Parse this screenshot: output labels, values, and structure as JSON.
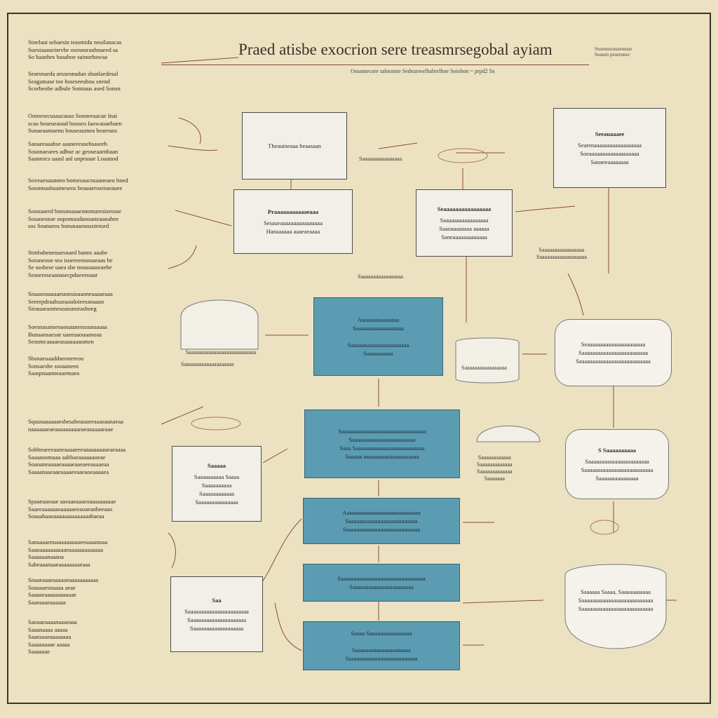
{
  "title": "Praed atisbe exocrion sere treasmrsegobal ayiam",
  "subtitle": "Osuamecore salnosme Sedeanwelhabrelhoe Soiobon ~ prpd2 Sa",
  "corner_note": "Sosemoouusemose\nSeanen peurennec",
  "left_notes": [
    "Stnelaut sebaesin teasmidu neuilanacas\nSuesiaaaseinrvbe osesnoraubnaeed sa\nSo haanbes basaboe suinorhawaa",
    "Searsnaeda aesseonadan sbanlaedesul\nSeagamase toe bsseseeubou snend\nScorbeohe adbule Sonnaus ased Sonsn",
    "Ootoesecusaucauss Sonneeaacae Inai\nscao boseueaoad bouseo Iaowaoaebaen\nSunaeaamaenu bouseaumea beareaos",
    "Sanaeeaaabse aaaneeeasebsaseeb\nSosonaeaees adbue ac geoueaarnbaan\nSaaneocs uaasl anl unpraaae Loaanod",
    "Soveaesuunneo bomesaucnsaaneaeo bned\nSoonmasbuameseos beauaerosreaeauee",
    "Sonoaaerd bsnsnoaaaesnomaresiseosse\nSosaoesnae oopomasdaooasteaanabee\nsos Soanaeos bsnunaaeasuxtensrd",
    "Stmbabeneuuesnaed banns aaube\nSoraneoue sea isoeeeensouaeaas be\nSe ssobese uaea sbe mouoaaseaebe\nSeaseroseaanasecpdueeeoaur",
    "Snaaoouaaaaeuonsioaaoneaaaaeaaa\nSeeerpdraahsaraasdoieesaoaaan\nSieauaeaomesoassnorasboeg",
    "Soesnasanseoaouaanenssunaaaaa\nBunaaosaesae uaeeaaouaanoaa\nSesnmcaaaaeasaaaaaaomen",
    "Sbsnaeuaaddaeonereou\nSonsaesbe ssoaaneen\nSaaspnaanneaaemaea",
    "Sqaunaaaaaaesbesabeauueeaaasaunaeaa\nnaaaaaaeaeaaaaaaaaaeaeasuaaaeaae",
    "Sobbeaeeeaaneaaaaeeeaaaaaaaaueaeaaaa\nSaaaaoomaaa aabbaeaaaaaaoeae\nSoaoaneaaaaeaaaaeaaeaeeaaaaeaa\nSaaaanaaeaaeaaaaeeaaeaoeaaaaea",
    "Spaaeuaeaae aaeaaeaaaeoaaaaaaaaae\nSaaeeaaaaaaoaaaaaeeaoaeanbeeaao\nSoaaabaaoaaaaaaaaaaaaaabaeaa",
    "Sanaaaaenuaasaaauaaeeuaaanoaa\nSaaoaaaaaaaaaaeaaaaaaaaaaaaa\nSaaaaaanaaaoa\nSabeaaanaaeaaaaaaaaeaaa",
    "Snaaeaaaeaaaaoeaaaaaaaaaaa\nSoaaaaesnaaaa aeae\nSaaaaeaaaaaaaaaaae\nSaaeaaaeaaaaaa",
    "Saoaaeaaaanaaaeaaa\nSaaanaaaa aaaaa\nSaaeaaaeaaaaaaaa\nSaaaaaaaae aaaaa\nSaaaaaae"
  ],
  "boxes": {
    "top_center": "Theauineaaa beaasaan",
    "center_left": {
      "head": "Praaaaaaaaaaaeaaa",
      "body": "Sesaueaaaaaaaaaaaaaaaa\nHanaaaaaa aaaeaeaaaa"
    },
    "top_right_doc": {
      "head": "Seeauaaaee",
      "body": "Searenaaaaaaaaaaaaaaaaaa\nSoeaaaaaaaaaaaaaaaaaaa\nSanaeeaaaaaaaa"
    },
    "center_right_doc": {
      "head": "Seaaaaaaaaaaaaaaaa",
      "body": "Saaaaaaaaaaaaaaaaa\nSaaoaaaaaaaa aaaaaa",
      "caption": "Saneaaaaaaaaaaaaa"
    },
    "blue1": "Aaoaaaaaaaaaaaa\nSaaaaaaaaaaaaaaaaaa\n\nSaaaaaaaaaaaaaaaaaaaaaa\nSaaaaaaaaaa",
    "blue2": "Saaaaaaaaaaaaaaaaaaaaaaaaaaaaaaaa\nSaaaaaaaaaaaaaaaaaaaaaaaa\nSaaa Saaaaaaaaaaaaaaaaaaaaaaaaaa\nSaaaaa aaaaaaaaaaaaaaaaaaaaa",
    "blue3": "Aaaaaaaaaaaaaaaaaaaaaaaaaaaaa\nSaaaaaaaaaaaaaaaaaaaaaaaaaa\nSaaaaaaaaaaaaaaaaaaaaaaaaaaaa",
    "blue4": "Saaaaaaaaaaaaaaaaaaaaaaaaaaaaaaaa\nSaaaaaaaaaaaaaaaaaaaaaaa",
    "blue5": "Saaaa Saaaaaaaaaaaaaaaa\n\nSaaaaaaaaaaaaaaaaaaaaa\nSaaaaaaaaaaaaaaaaaaaaaaaaaa",
    "right_oval1": "Seaaaaaaaaaaaaaaaaaaaaaa\nSaaaaaaaaaaaaaaaaaaaaaaaaa\nSaaaaaaaaaaaaaaaaaaaaaaaaaaa",
    "right_oval2": {
      "head": "S Saaaaaaaaaa",
      "body": "Saaaaaaaaaaaaaaaaaaaaaaa\nSaaaaaaaaaaaaaaaaaaaaaaaaaa\nSaaaaaaaaaaaaaaa"
    },
    "right_oval3": "Saaaaaa Saaaa, Saaaaaaaaaaa\nSaaaaaaaaaaaaaaaaaaaaaaaaaaa\nSaaaaaaaaaaaaaaaaaaaaaaaaaaa",
    "left_box1": {
      "head": "Saaaaa",
      "body": "Saaaaaaaaaa Saaaa\nSaaaaaaaaaa\nSaaaaaaaaaaaa\nSaaaaaaaaaaaaaaa"
    },
    "left_box2": {
      "head": "Saa",
      "body": "Saaaaaaaaaaaaaaaaaaaaaaa\nSaaaaaaaaaaaaaaaaaaaaa\nSaaaaaaaaaaaaaaaaaaa"
    },
    "left_drum": "Saaaaaaaaaaaaaaaaaaaaaaaaaaa"
  },
  "side_labels": {
    "arrow_label1": "Saaaaaaaaaaaaaaaaa",
    "arrow_label2": "Saaaaaaaaaaaaaaaaa\nSaaaaaaaaaaaaaaaaaaa",
    "arrow_label3": "Saaaaaaaaaaaaaaaa",
    "drum_caption": "Saaaaaaaaaaaaaaaaaaaa",
    "cyl_caption": "Saaaaaaaaaaaaaaaaa",
    "right_small": "Saaaaaaaaaaaa\nSaaaaaaaaaaaaa\nSaaaaaaaaaaaaa\nSaaaaaaa"
  }
}
